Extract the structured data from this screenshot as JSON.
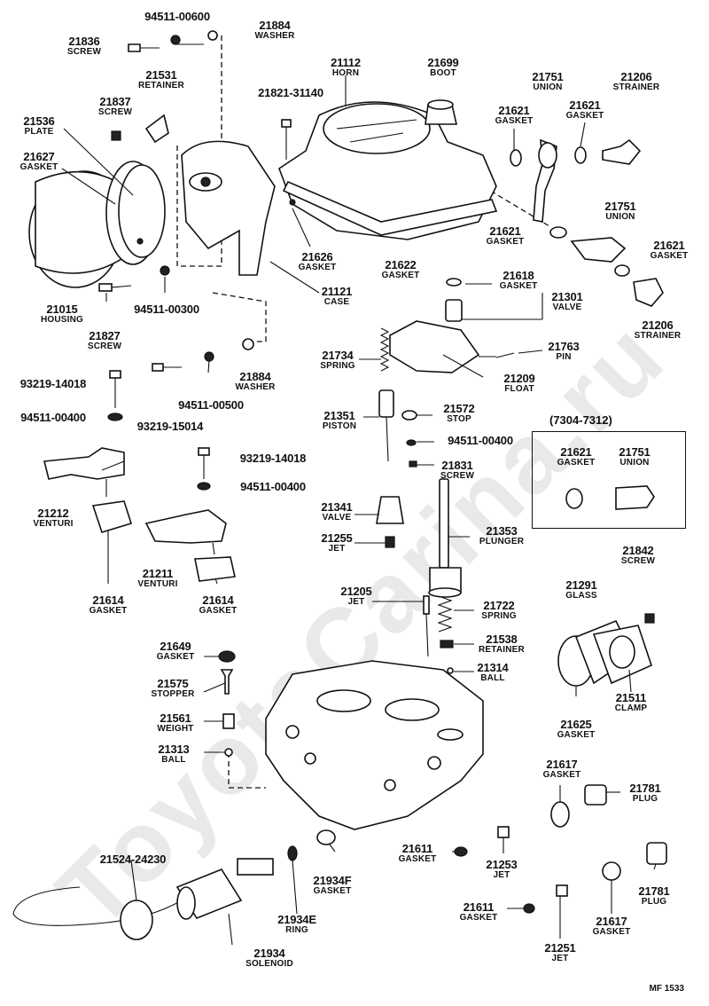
{
  "watermark": "ToyotaCarinа.ru",
  "variant_box": {
    "title": "(7304-7312)"
  },
  "footer_code": "MF 1533",
  "parts": [
    {
      "id": "p1",
      "number": "94511-00600",
      "name": ""
    },
    {
      "id": "p2",
      "number": "21884",
      "name": "WASHER"
    },
    {
      "id": "p3",
      "number": "21836",
      "name": "SCREW"
    },
    {
      "id": "p4",
      "number": "21531",
      "name": "RETAINER"
    },
    {
      "id": "p5",
      "number": "21837",
      "name": "SCREW"
    },
    {
      "id": "p6",
      "number": "21536",
      "name": "PLATE"
    },
    {
      "id": "p7",
      "number": "21627",
      "name": "GASKET"
    },
    {
      "id": "p8",
      "number": "21015",
      "name": "HOUSING"
    },
    {
      "id": "p9",
      "number": "21827",
      "name": "SCREW"
    },
    {
      "id": "p10",
      "number": "94511-00300",
      "name": ""
    },
    {
      "id": "p11",
      "number": "21121",
      "name": "CASE"
    },
    {
      "id": "p12",
      "number": "21112",
      "name": "HORN"
    },
    {
      "id": "p13",
      "number": "21821-31140",
      "name": ""
    },
    {
      "id": "p14",
      "number": "21699",
      "name": "BOOT"
    },
    {
      "id": "p15",
      "number": "21626",
      "name": "GASKET"
    },
    {
      "id": "p16",
      "number": "21622",
      "name": "GASKET"
    },
    {
      "id": "p17",
      "number": "21621",
      "name": "GASKET"
    },
    {
      "id": "p18",
      "number": "21751",
      "name": "UNION"
    },
    {
      "id": "p19",
      "number": "21621",
      "name": "GASKET"
    },
    {
      "id": "p20",
      "number": "21206",
      "name": "STRAINER"
    },
    {
      "id": "p21",
      "number": "21751",
      "name": "UNION"
    },
    {
      "id": "p22",
      "number": "21621",
      "name": "GASKET"
    },
    {
      "id": "p23",
      "number": "21621",
      "name": "GASKET"
    },
    {
      "id": "p24",
      "number": "21206",
      "name": "STRAINER"
    },
    {
      "id": "p25",
      "number": "21618",
      "name": "GASKET"
    },
    {
      "id": "p26",
      "number": "21301",
      "name": "VALVE"
    },
    {
      "id": "p27",
      "number": "21763",
      "name": "PIN"
    },
    {
      "id": "p28",
      "number": "21209",
      "name": "FLOAT"
    },
    {
      "id": "p29",
      "number": "21734",
      "name": "SPRING"
    },
    {
      "id": "p30",
      "number": "21884",
      "name": "WASHER"
    },
    {
      "id": "p31",
      "number": "93219-14018",
      "name": ""
    },
    {
      "id": "p32",
      "number": "94511-00500",
      "name": ""
    },
    {
      "id": "p33",
      "number": "94511-00400",
      "name": ""
    },
    {
      "id": "p34",
      "number": "93219-15014",
      "name": ""
    },
    {
      "id": "p35",
      "number": "21351",
      "name": "PISTON"
    },
    {
      "id": "p36",
      "number": "21572",
      "name": "STOP"
    },
    {
      "id": "p37",
      "number": "94511-00400",
      "name": ""
    },
    {
      "id": "p38",
      "number": "21831",
      "name": "SCREW"
    },
    {
      "id": "p39",
      "number": "93219-14018",
      "name": ""
    },
    {
      "id": "p40",
      "number": "94511-00400",
      "name": ""
    },
    {
      "id": "p41",
      "number": "21212",
      "name": "VENTURI"
    },
    {
      "id": "p42",
      "number": "21211",
      "name": "VENTURI"
    },
    {
      "id": "p43",
      "number": "21614",
      "name": "GASKET"
    },
    {
      "id": "p44",
      "number": "21614",
      "name": "GASKET"
    },
    {
      "id": "p45",
      "number": "21341",
      "name": "VALVE"
    },
    {
      "id": "p46",
      "number": "21255",
      "name": "JET"
    },
    {
      "id": "p47",
      "number": "21353",
      "name": "PLUNGER"
    },
    {
      "id": "p48",
      "number": "21621",
      "name": "GASKET"
    },
    {
      "id": "p49",
      "number": "21751",
      "name": "UNION"
    },
    {
      "id": "p50",
      "number": "21842",
      "name": "SCREW"
    },
    {
      "id": "p51",
      "number": "21291",
      "name": "GLASS"
    },
    {
      "id": "p52",
      "number": "21205",
      "name": "JET"
    },
    {
      "id": "p53",
      "number": "21722",
      "name": "SPRING"
    },
    {
      "id": "p54",
      "number": "21538",
      "name": "RETAINER"
    },
    {
      "id": "p55",
      "number": "21314",
      "name": "BALL"
    },
    {
      "id": "p56",
      "number": "21649",
      "name": "GASKET"
    },
    {
      "id": "p57",
      "number": "21575",
      "name": "STOPPER"
    },
    {
      "id": "p58",
      "number": "21561",
      "name": "WEIGHT"
    },
    {
      "id": "p59",
      "number": "21313",
      "name": "BALL"
    },
    {
      "id": "p60",
      "number": "21511",
      "name": "CLAMP"
    },
    {
      "id": "p61",
      "number": "21625",
      "name": "GASKET"
    },
    {
      "id": "p62",
      "number": "21617",
      "name": "GASKET"
    },
    {
      "id": "p63",
      "number": "21781",
      "name": "PLUG"
    },
    {
      "id": "p64",
      "number": "21611",
      "name": "GASKET"
    },
    {
      "id": "p65",
      "number": "21253",
      "name": "JET"
    },
    {
      "id": "p66",
      "number": "21934F",
      "name": "GASKET"
    },
    {
      "id": "p67",
      "number": "21524-24230",
      "name": ""
    },
    {
      "id": "p68",
      "number": "21934E",
      "name": "RING"
    },
    {
      "id": "p69",
      "number": "21934",
      "name": "SOLENOID"
    },
    {
      "id": "p70",
      "number": "21611",
      "name": "GASKET"
    },
    {
      "id": "p71",
      "number": "21781",
      "name": "PLUG"
    },
    {
      "id": "p72",
      "number": "21617",
      "name": "GASKET"
    },
    {
      "id": "p73",
      "number": "21251",
      "name": "JET"
    }
  ]
}
